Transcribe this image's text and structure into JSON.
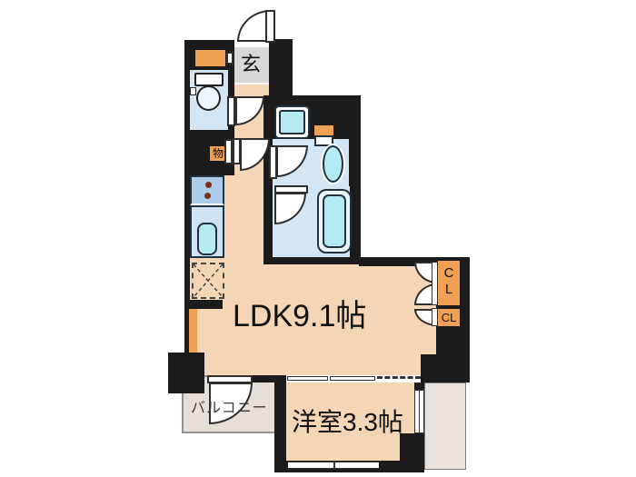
{
  "plan": {
    "labels": {
      "entrance": "玄",
      "storage": "物",
      "ldk": "LDK9.1帖",
      "closet_top_line1": "C",
      "closet_top_line2": "L",
      "closet_bottom": "CL",
      "bedroom": "洋室3.3帖",
      "balcony": "バルコニー"
    },
    "colors": {
      "wall": "#1b1b1b",
      "room": "#f4d6b7",
      "genkan": "#d8d8d8",
      "wet_floor": "#d4e5f4",
      "fixture_cyan": "#b4ebf3",
      "counter_blue": "#cfe2f3",
      "stove_blue": "#adcdeb",
      "accent_orange": "#f0a052",
      "balcony": "#e6dfd8",
      "neighbor": "#e9e2dc",
      "line": "#22313f",
      "burner": "#7b2f1e",
      "text": "#111111",
      "balcony_text": "#3a3a3a"
    },
    "icons": {
      "toilet-icon": "top-view toilet tank and bowl",
      "washing-machine-icon": "rounded square washer pan",
      "washbasin-icon": "oval basin with counter",
      "bathtub-icon": "rounded rectangle tub",
      "kitchen-sink-icon": "rounded sink in counter",
      "stove-burner-icon": "two burner dots",
      "refrigerator-space-icon": "dashed square with X",
      "door-swing-icon": "quarter-circle door swing",
      "window-icon": "double-line window",
      "sliding-door-icon": "panel and dashed opening"
    }
  }
}
